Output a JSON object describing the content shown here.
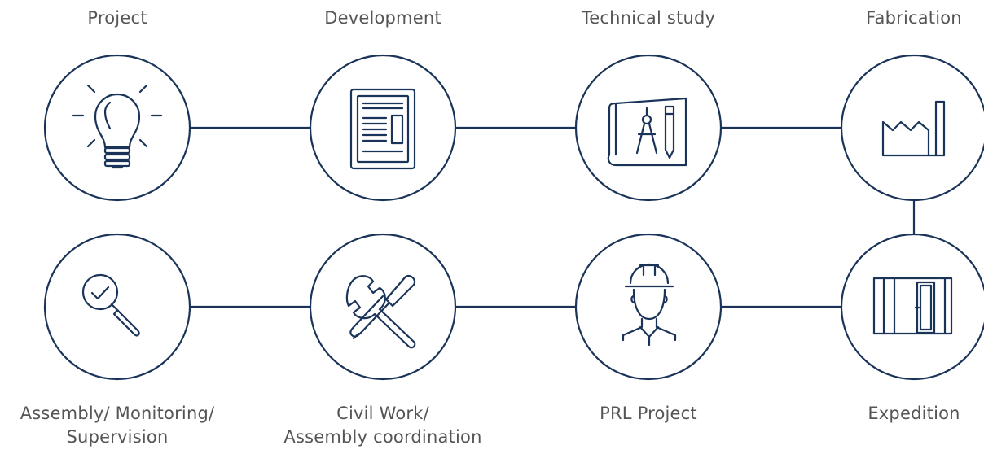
{
  "colors": {
    "stroke": "#1a3358",
    "text": "#555555",
    "background": "#ffffff"
  },
  "steps": [
    {
      "label": "Project",
      "icon": "lightbulb-icon"
    },
    {
      "label": "Development",
      "icon": "document-icon"
    },
    {
      "label": "Technical study",
      "icon": "blueprint-icon"
    },
    {
      "label": "Fabrication",
      "icon": "factory-icon"
    },
    {
      "label": "Expedition",
      "icon": "container-icon"
    },
    {
      "label": "PRL Project",
      "icon": "worker-icon"
    },
    {
      "label_line1": "Civil Work/",
      "label_line2": "Assembly coordination",
      "icon": "tools-icon"
    },
    {
      "label_line1": "Assembly/ Monitoring/",
      "label_line2": "Supervision",
      "icon": "magnifier-check-icon"
    }
  ]
}
